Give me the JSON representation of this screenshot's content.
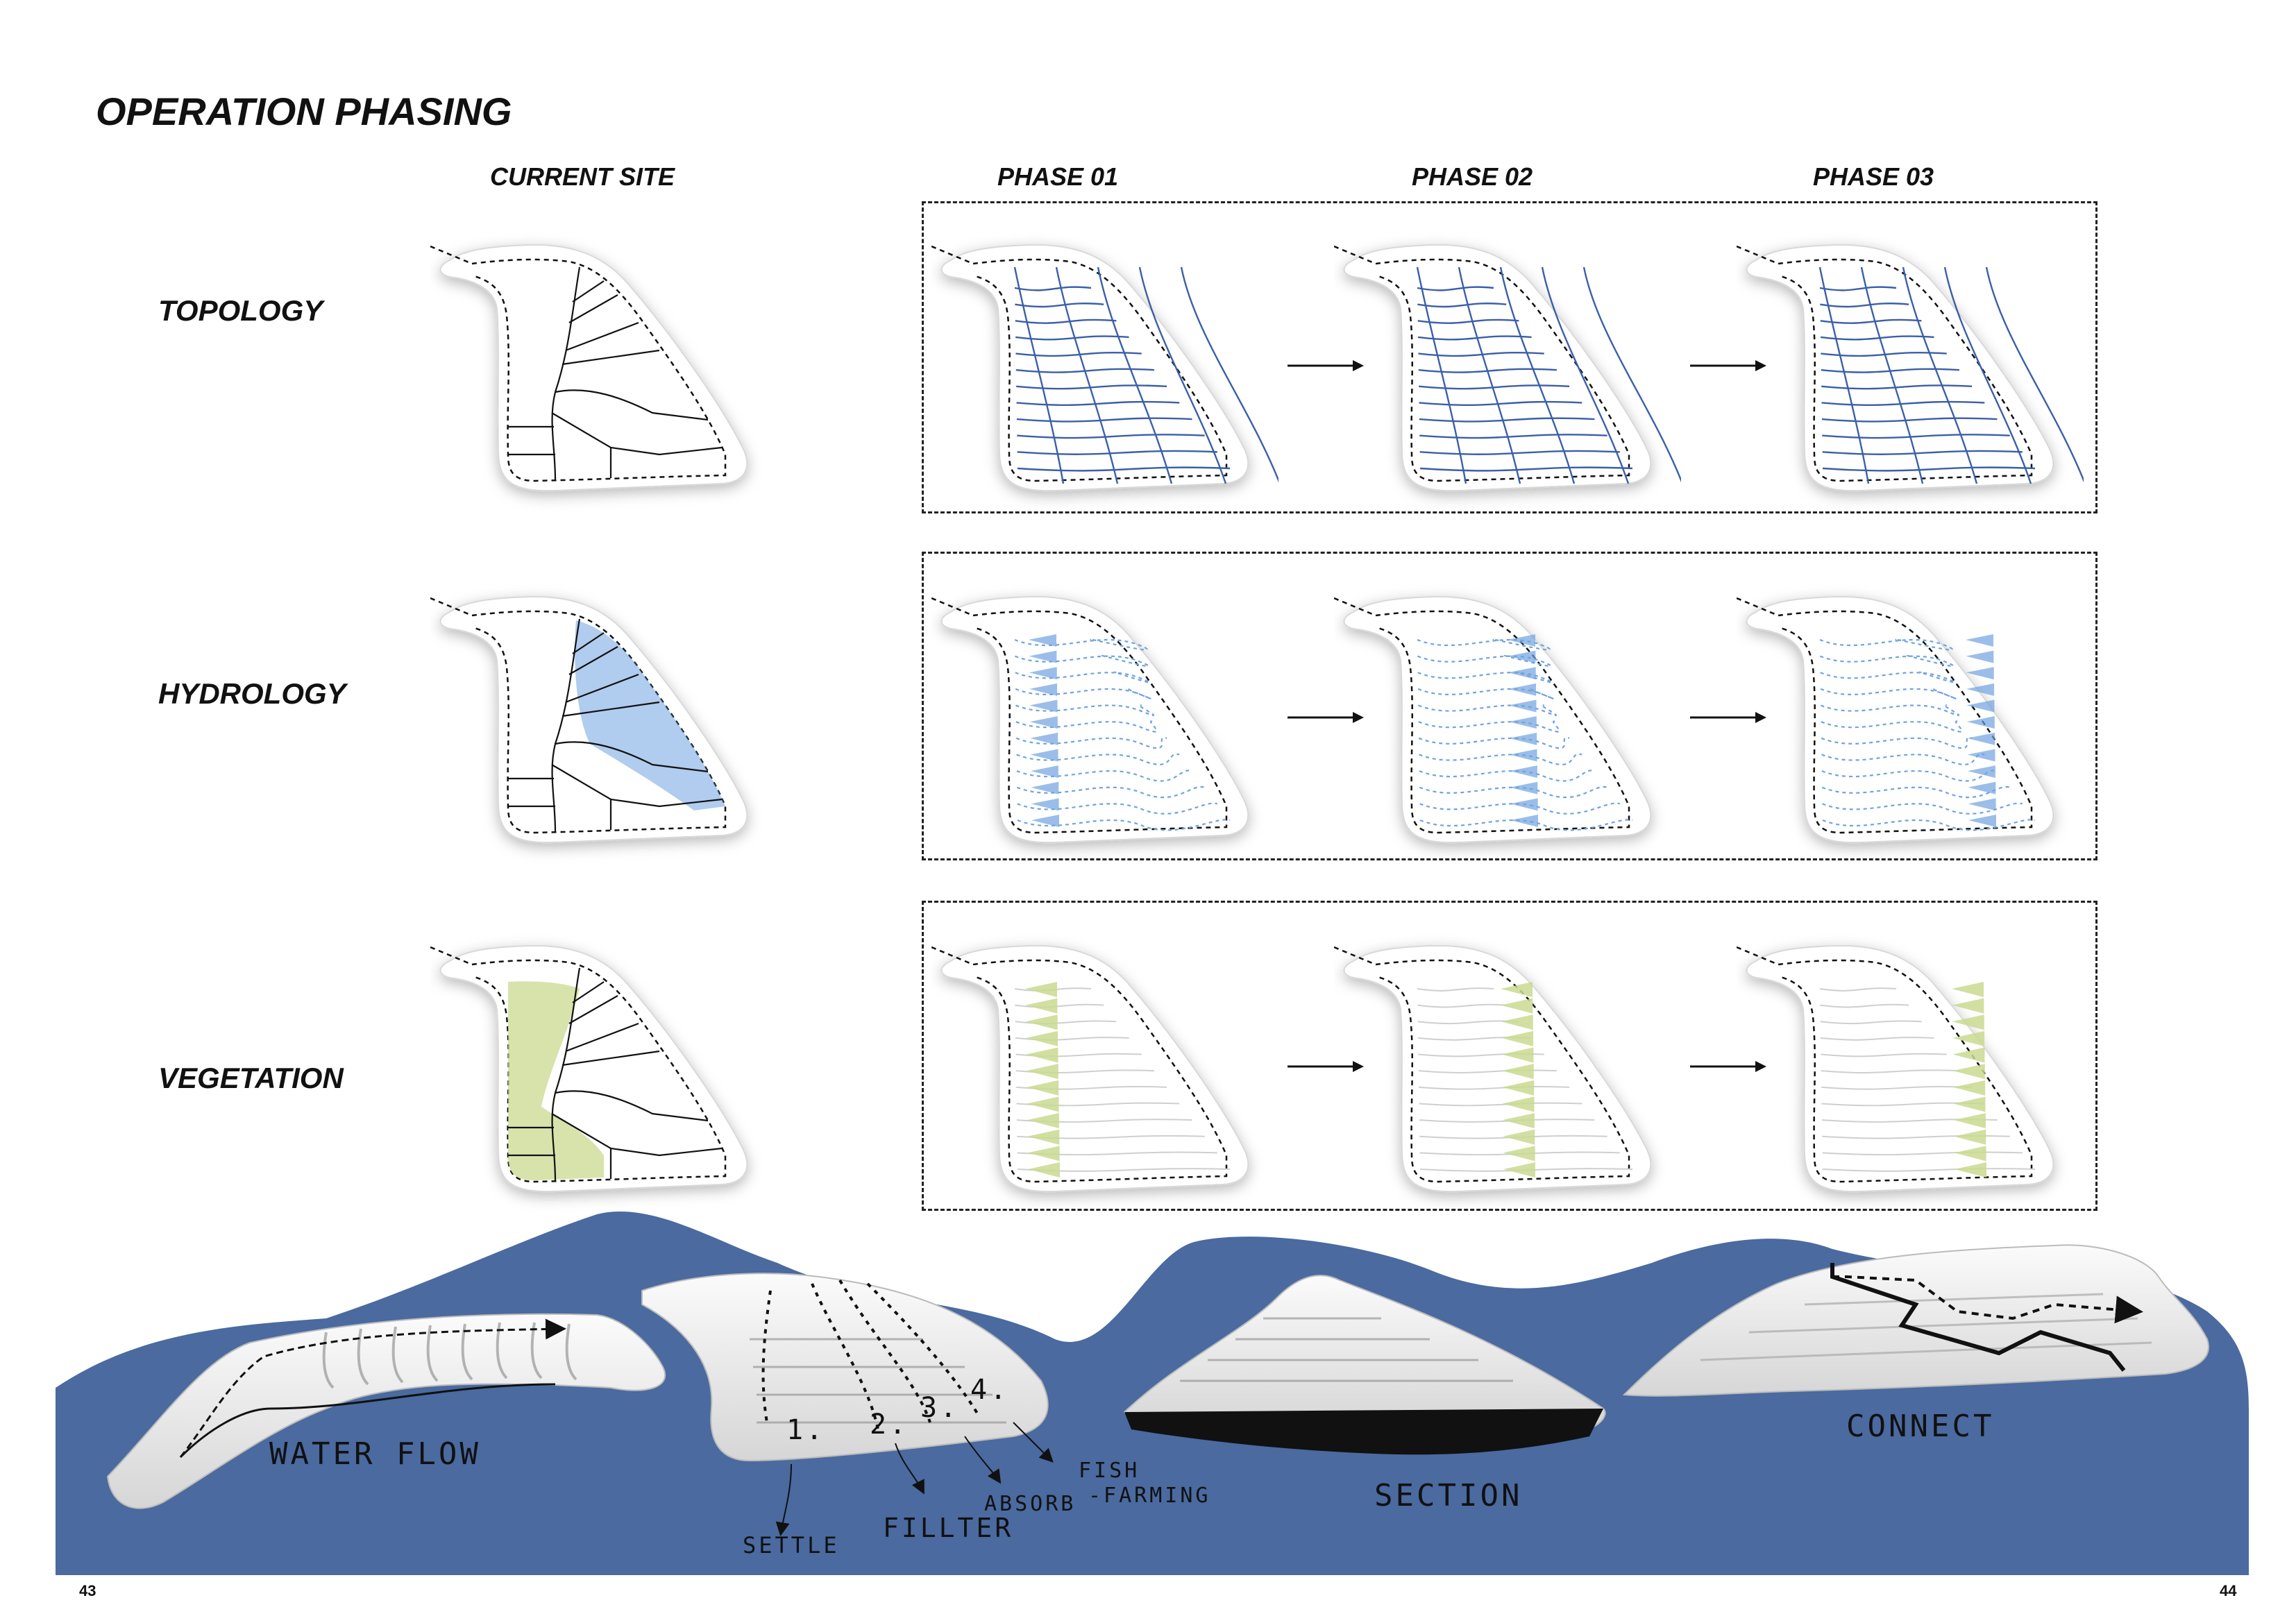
{
  "page": {
    "title": "OPERATION PHASING",
    "page_left": "43",
    "page_right": "44"
  },
  "columns": [
    "CURRENT SITE",
    "PHASE 01",
    "PHASE 02",
    "PHASE 03"
  ],
  "rows": [
    {
      "label": "TOPOLOGY",
      "layer": "topology",
      "color": "#3b5fa8"
    },
    {
      "label": "HYDROLOGY",
      "layer": "hydrology",
      "color": "#6fa3e0"
    },
    {
      "label": "VEGETATION",
      "layer": "vegetation",
      "color": "#c9d98f"
    }
  ],
  "models": {
    "background_color": "#4a6aa0",
    "annotations": {
      "water_flow": "WATER FLOW",
      "section": "SECTION",
      "connect": "CONNECT",
      "zone_1": "1.",
      "zone_2": "2.",
      "zone_3": "3.",
      "zone_4": "4.",
      "settle": "SETTLE",
      "fillter": "FILLTER",
      "absorb": "ABSORB",
      "fish": "FISH",
      "farming": "-FARMING"
    }
  }
}
